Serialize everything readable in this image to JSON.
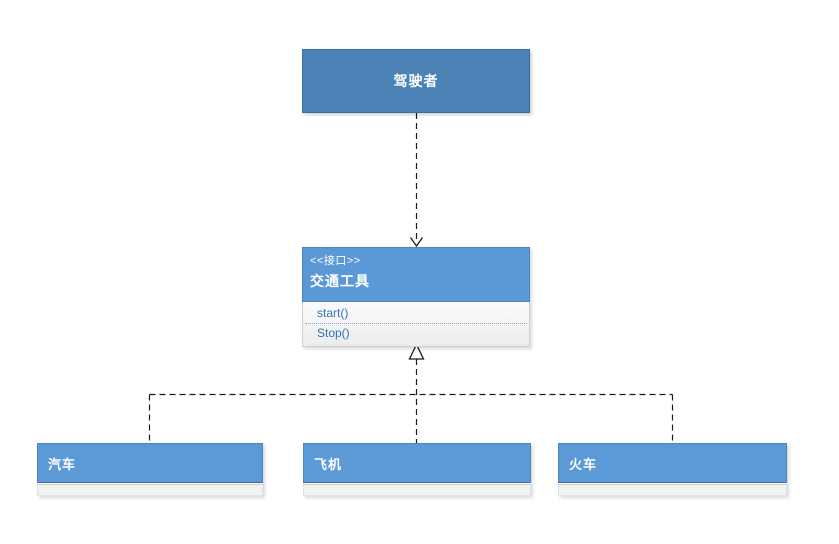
{
  "diagram": {
    "type": "uml-class-diagram",
    "nodes": {
      "driver": {
        "label": "驾驶者"
      },
      "interface": {
        "stereotype": "<<接口>>",
        "label": "交通工具",
        "methods": [
          "start()",
          "Stop()"
        ]
      },
      "car": {
        "label": "汽车"
      },
      "plane": {
        "label": "飞机"
      },
      "train": {
        "label": "火车"
      }
    },
    "relations": [
      {
        "from": "driver",
        "to": "interface",
        "kind": "dependency-dashed-open-arrow"
      },
      {
        "from": "car",
        "to": "interface",
        "kind": "realization-dashed-hollow-triangle"
      },
      {
        "from": "plane",
        "to": "interface",
        "kind": "realization-dashed-hollow-triangle"
      },
      {
        "from": "train",
        "to": "interface",
        "kind": "realization-dashed-hollow-triangle"
      }
    ],
    "colors": {
      "canvas_background": "#ffffff",
      "driver_fill": "#4b83b6",
      "node_fill": "#5b99d6",
      "node_border": "#4d86bd",
      "compartment_fill": "#f2f2f2",
      "method_text": "#2e75b6",
      "connector": "#1c1c1c",
      "text_on_blue": "#ffffff"
    }
  }
}
